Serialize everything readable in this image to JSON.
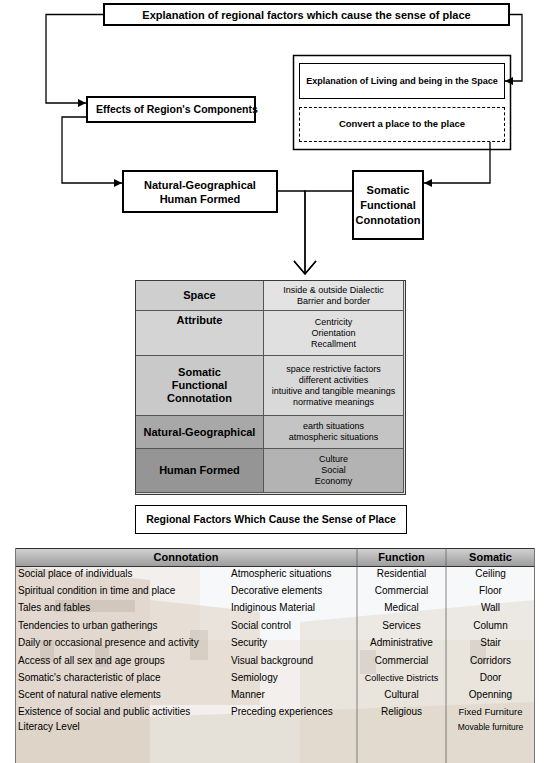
{
  "diagram": {
    "nodes": [
      {
        "text": [
          "Explanation of regional factors which cause the sense of place"
        ]
      },
      {
        "text": [
          "Effects of Region's Components"
        ]
      },
      {
        "text": [
          "Explanation of Living and being in the Space"
        ]
      },
      {
        "text": [
          "Convert a place to the place"
        ]
      },
      {
        "text": [
          "Natural-Geographical",
          "Human Formed"
        ]
      },
      {
        "text": [
          "Somatic",
          "Functional",
          "Connotation"
        ]
      },
      {
        "text": [
          "Space",
          "Inside & outside Dialectic",
          "Barrier and border",
          "Attribute",
          "Centricity",
          "Orientation",
          "Recallment",
          "Somatic Functional Connotation",
          "space restrictive factors",
          "different activities",
          "intuitive and tangible meanings",
          "normative meanings",
          "Natural-Geographical",
          "earth situations",
          "atmospheric situations",
          "Human Formed",
          "Culture",
          "Social",
          "Economy"
        ]
      },
      {
        "text": [
          "Regional Factors Which Cause the Sense of Place"
        ]
      }
    ],
    "edges": [
      {
        "from": 0,
        "to": 1,
        "arrow": "to"
      },
      {
        "from": 0,
        "to": 2,
        "arrow": "to"
      },
      {
        "from": 1,
        "to": 4,
        "arrow": "to"
      },
      {
        "from": 3,
        "to": 5,
        "arrow": "to"
      },
      {
        "from": 4,
        "to": 6,
        "arrow": "to"
      },
      {
        "from": 5,
        "to": 6,
        "arrow": "to"
      }
    ],
    "labels": [
      "Connotation",
      "Function",
      "Somatic",
      "Social place of individuals",
      "Spiritual condition in time and place",
      "Tales and fables",
      "Tendencies to urban gatherings",
      "Daily or occasional presence and activity",
      "Access of all sex and age groups",
      "Somatic's characteristic of place",
      "Scent of natural native elements",
      "Existence of social and public activities",
      "Literacy Level",
      "Atmospheric situations",
      "Decorative elements",
      "Indiginous Material",
      "Social control",
      "Security",
      "Visual background",
      "Semiology",
      "Manner",
      "Preceding experiences",
      "Residential",
      "Commercial",
      "Medical",
      "Services",
      "Administrative",
      "Commercial",
      "Collective Districts",
      "Cultural",
      "Religious",
      "Ceiling",
      "Floor",
      "Wall",
      "Column",
      "Stair",
      "Corridors",
      "Door",
      "Openning",
      "Fixed Furniture",
      "Movable furniture"
    ]
  }
}
